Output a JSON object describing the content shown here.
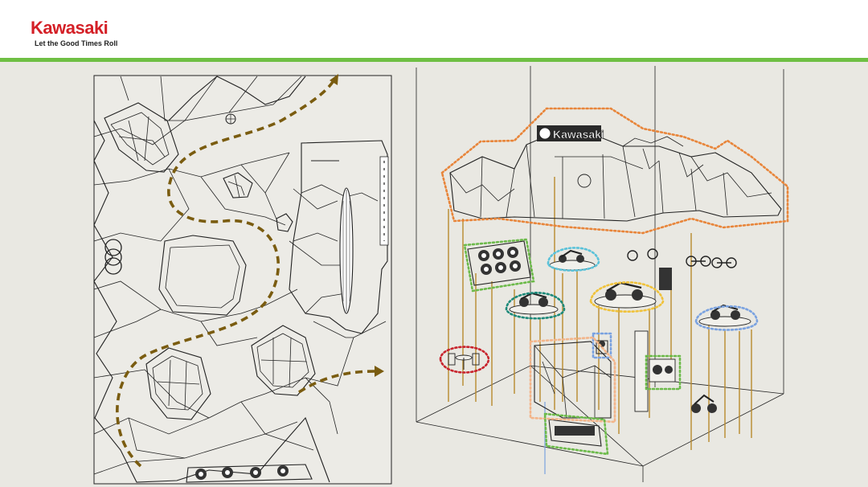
{
  "header": {
    "brand": "Kawasaki",
    "tagline": "Let the Good Times Roll",
    "brand_color": "#d42027",
    "rule_color": "#6fbf44"
  },
  "perspective": {
    "sign_text": "Kawasaki"
  },
  "colors": {
    "path_arrow": "#7a5c10",
    "pillar": "#b88a2d",
    "orange": "#e8853a",
    "green": "#6cba4a",
    "cyan": "#5bc2d9",
    "teal": "#1e8a7a",
    "yellow": "#f0c23a",
    "blue": "#7aa2e0",
    "red": "#c8232c",
    "peach": "#f3b58a"
  }
}
